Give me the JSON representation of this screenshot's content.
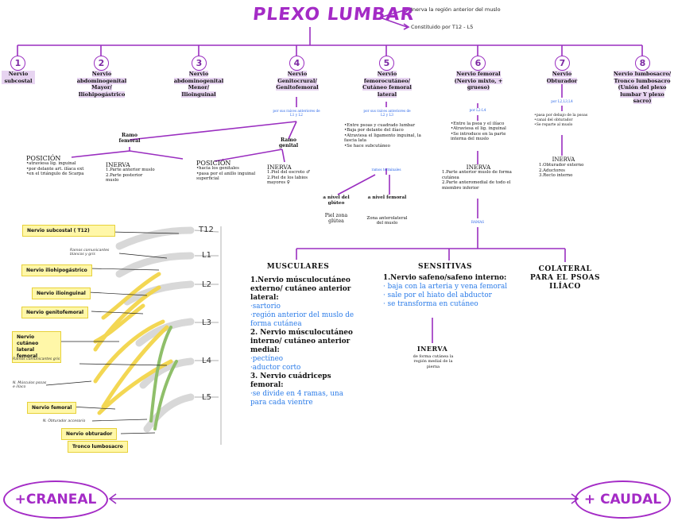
{
  "title": "PLEXO LUMBAR",
  "title_notes": [
    "Inerva la región anterior del muslo",
    "Constituido por T12 - L5"
  ],
  "nerves": [
    {
      "num": "1",
      "name": "Nervio subcostal"
    },
    {
      "num": "2",
      "name": "Nervio abdominogenital Mayor/ Iliohipogástrico"
    },
    {
      "num": "3",
      "name": "Nervio abdominogenital Menor/ Ilioinguinal"
    },
    {
      "num": "4",
      "name": "Nervio Genitocrural/ Genitofemoral"
    },
    {
      "num": "5",
      "name": "Nervio femorocutáneo/ Cutáneo femoral lateral"
    },
    {
      "num": "6",
      "name": "Nervio femoral (Nervio mixto, + grueso)"
    },
    {
      "num": "7",
      "name": "Nervio Obturador"
    },
    {
      "num": "8",
      "name": "Nervio lumbosacro/ Tronco lumbosacro (Unión del plexo lumbar Y plexo sacro)"
    }
  ],
  "n4": {
    "mini": "por sus raíces anteriores de L1 y L2",
    "femoral_branch": "Ramo femoral",
    "genital_branch": "Ramo genital",
    "pos1_title": "POSICIÓN",
    "pos1_items": [
      "•atraviesa lig. inguinal",
      "•por delante art. ilíaca ext",
      "•en el triángulo de Scarpa"
    ],
    "inerva1_title": "INERVA",
    "inerva1_items": [
      "1.Parte anterior muslo",
      "2.Parte posterior muslo"
    ],
    "pos2_title": "POSICIÓN",
    "pos2_items": [
      "•hacia los genitales",
      "•pasa por el anillo inguinal superficial"
    ],
    "inerva2_title": "INERVA",
    "inerva2_items": [
      "1.Piel del escroto ♂",
      "2.Piel de los labios mayores ♀"
    ]
  },
  "n5": {
    "mini": "por sus raíces anteriores de L2 y L3",
    "items": [
      "•Entre psoas y cuadrado lumbar",
      "•Baja por delante del ilíaco",
      "•Atraviesa el ligamento inguinal, la fascia lata",
      "•Se hace subcutáneo"
    ],
    "mini2": "ramos terminales",
    "left_title": "a nivel del glúteo",
    "left_text": "Piel zona glútea",
    "right_title": "a nivel femoral",
    "right_text": "Zona anterolateral del muslo"
  },
  "n6": {
    "mini": "por L2-L4",
    "items": [
      "•Entre la psoa y el ilíaco",
      "•Atraviesa el lig. inguinal",
      "•Se introduce en la parte interna del muslo"
    ],
    "inerva_title": "INERVA",
    "inerva_items": [
      "1.Parte anterior muslo de forma cutánea",
      "2.Parte anteromedial de todo el miembro inferior"
    ],
    "mini2": "RAMAS"
  },
  "n7": {
    "mini": "por L2,L3,L4",
    "items": [
      "•pasa por debajo de la psoas",
      "•canal del obturador",
      "•Se reparte al muslo"
    ],
    "inerva_title": "INERVA",
    "inerva_items": [
      "1.Obturador externo",
      "2.Aductores",
      "3.Recto interno"
    ]
  },
  "musculares": {
    "title": "MUSCULARES",
    "items": [
      {
        "text": "1.Nervio músculocutáneo externo/ cutáneo anterior lateral:",
        "style": "bold"
      },
      {
        "text": "·sartorio",
        "style": "blue"
      },
      {
        "text": "·región anterior del muslo de forma cutánea",
        "style": "blue"
      },
      {
        "text": "2. Nervio músculocutáneo interno/ cutáneo anterior medial:",
        "style": "bold"
      },
      {
        "text": "·pectíneo",
        "style": "blue"
      },
      {
        "text": "·aductor corto",
        "style": "blue"
      },
      {
        "text": "3. Nervio cuádriceps femoral:",
        "style": "bold"
      },
      {
        "text": "·se divide en 4 ramas, una para cada vientre",
        "style": "blue"
      }
    ]
  },
  "sensitivas": {
    "title": "SENSITIVAS",
    "items": [
      {
        "text": "1.Nervio safeno/safeno interno:",
        "style": "bold"
      },
      {
        "text": "· baja con la arteria y vena femoral",
        "style": "blue"
      },
      {
        "text": "· sale por el hiato del abductor",
        "style": "blue"
      },
      {
        "text": "· se transforma en cutáneo",
        "style": "blue"
      }
    ],
    "inerva_title": "INERVA",
    "inerva_text": "de forma cutánea la región medial de la pierna"
  },
  "colateral": {
    "title": "COLATERAL PARA EL PSOAS ILÍACO"
  },
  "figure": {
    "labels": [
      "Nervio subcostal ( T12)",
      "Nervio iliohipogástrico",
      "Nervio ilioinguinal",
      "Nervio genitofemoral",
      "Nervio cutáneo lateral femoral",
      "Nervio femoral",
      "Nervio obturador",
      "Tronco lumbosacro"
    ],
    "levels": [
      "T12",
      "L1",
      "L2",
      "L3",
      "L4",
      "L5"
    ],
    "small": [
      "Ramos comunicantes blancos y gris",
      "Ramos comunicantes gris",
      "N. Músculos psoas e ilíaco",
      "N. Obturador accesorio"
    ]
  },
  "footer": {
    "left": "+CRANEAL",
    "right": "+ CAUDAL"
  },
  "colors": {
    "accent": "#a42bc6",
    "highlight": "#e7d4f1",
    "blue": "#2a7be8",
    "nerve_yellow": "#f3d54a",
    "nerve_green": "#8fbf6a"
  }
}
